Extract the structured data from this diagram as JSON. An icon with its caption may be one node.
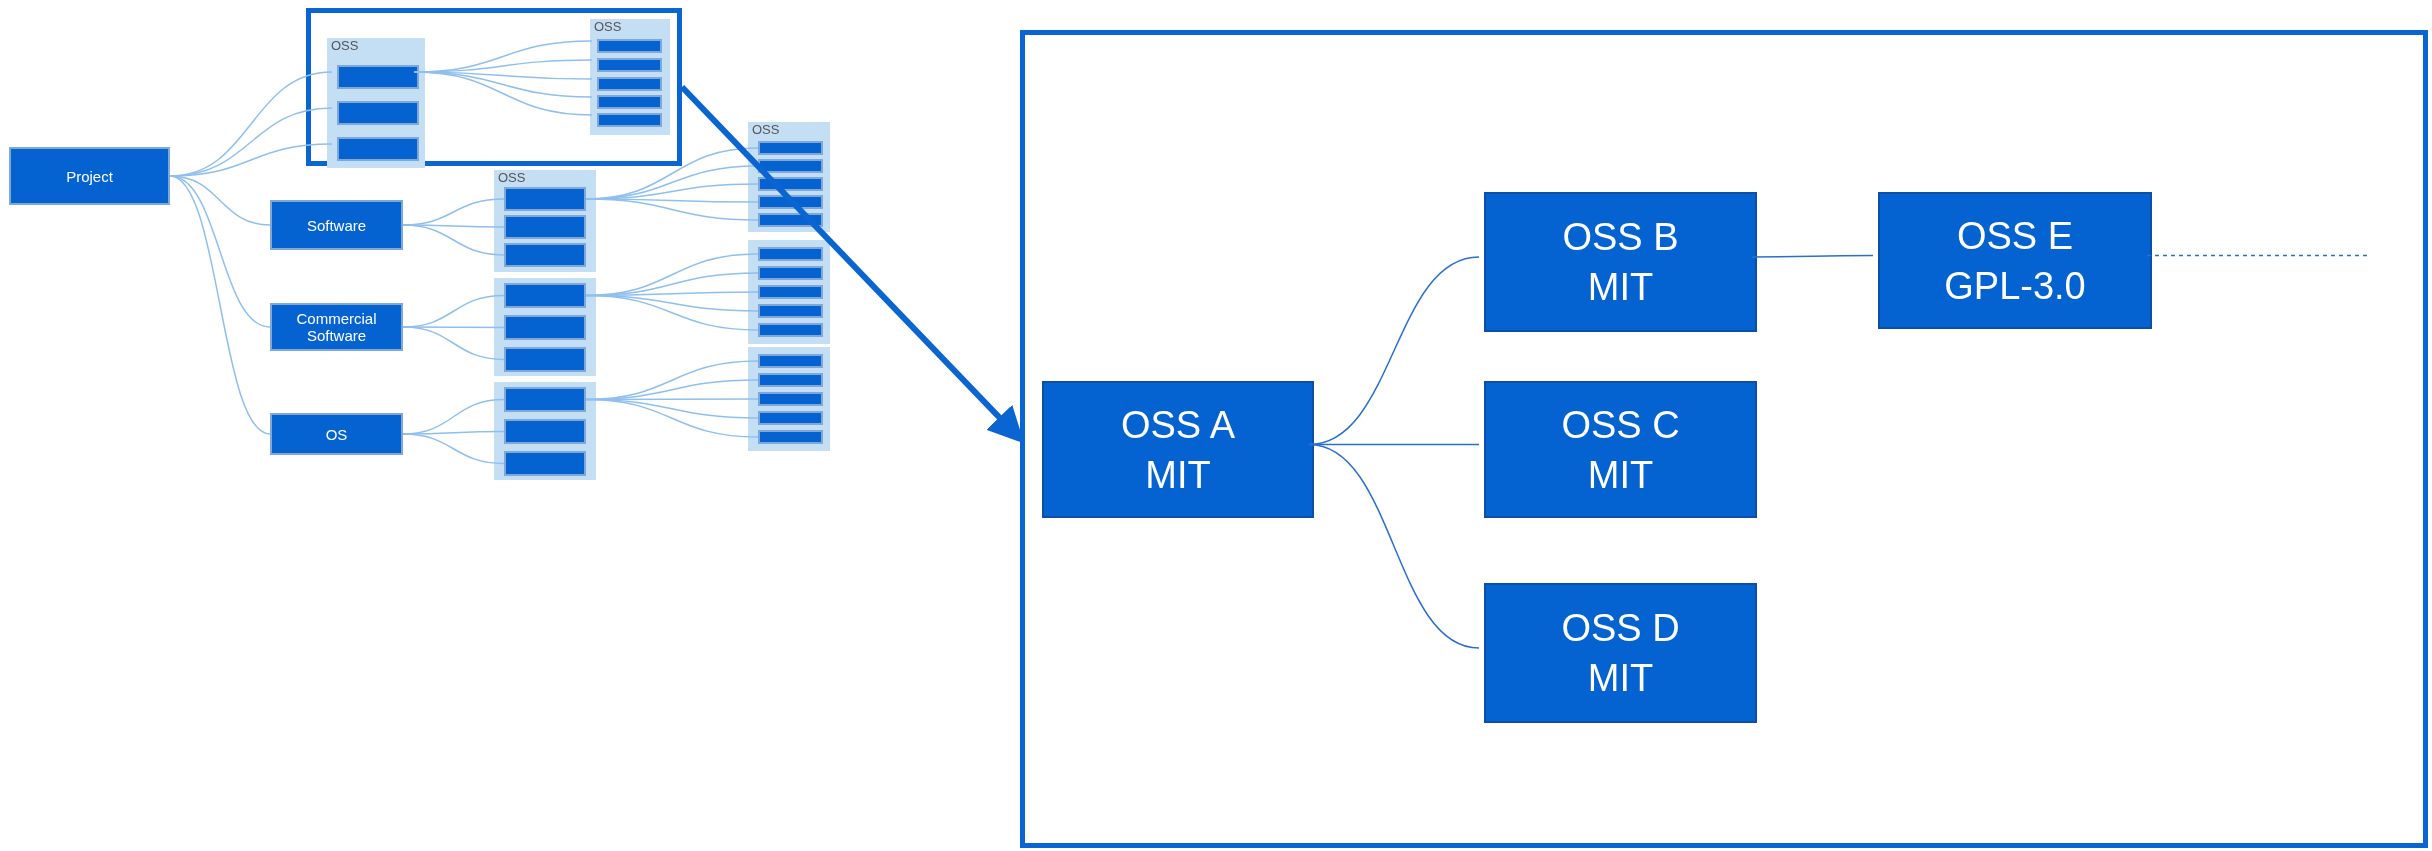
{
  "diagram": {
    "nodes": [
      {
        "text": [
          "Project"
        ]
      },
      {
        "text": [],
        "shape": "box"
      },
      {
        "text": [
          "OSS"
        ],
        "in": 1
      },
      {
        "text": [],
        "shape": "box",
        "in": 2
      },
      {
        "text": [],
        "shape": "box",
        "in": 2
      },
      {
        "text": [],
        "shape": "box",
        "in": 2
      },
      {
        "text": [
          "OSS"
        ],
        "in": 1
      },
      {
        "text": [],
        "shape": "box",
        "in": 6
      },
      {
        "text": [],
        "shape": "box",
        "in": 6
      },
      {
        "text": [],
        "shape": "box",
        "in": 6
      },
      {
        "text": [],
        "shape": "box",
        "in": 6
      },
      {
        "text": [],
        "shape": "box",
        "in": 6
      },
      {
        "text": [
          "Software"
        ]
      },
      {
        "text": [
          "OSS"
        ]
      },
      {
        "text": [],
        "shape": "box",
        "in": 13
      },
      {
        "text": [],
        "shape": "box",
        "in": 13
      },
      {
        "text": [],
        "shape": "box",
        "in": 13
      },
      {
        "text": [
          "Commercial Software"
        ]
      },
      {
        "text": [],
        "shape": "box"
      },
      {
        "text": [],
        "shape": "box",
        "in": 18
      },
      {
        "text": [],
        "shape": "box",
        "in": 18
      },
      {
        "text": [],
        "shape": "box",
        "in": 18
      },
      {
        "text": [
          "OS"
        ]
      },
      {
        "text": [],
        "shape": "box"
      },
      {
        "text": [],
        "shape": "box",
        "in": 23
      },
      {
        "text": [],
        "shape": "box",
        "in": 23
      },
      {
        "text": [],
        "shape": "box",
        "in": 23
      },
      {
        "text": [
          "OSS"
        ]
      },
      {
        "text": [],
        "shape": "box",
        "in": 27
      },
      {
        "text": [],
        "shape": "box",
        "in": 27
      },
      {
        "text": [],
        "shape": "box",
        "in": 27
      },
      {
        "text": [],
        "shape": "box",
        "in": 27
      },
      {
        "text": [],
        "shape": "box",
        "in": 27
      },
      {
        "text": [],
        "shape": "box"
      },
      {
        "text": [],
        "shape": "box",
        "in": 33
      },
      {
        "text": [],
        "shape": "box",
        "in": 33
      },
      {
        "text": [],
        "shape": "box",
        "in": 33
      },
      {
        "text": [],
        "shape": "box",
        "in": 33
      },
      {
        "text": [],
        "shape": "box",
        "in": 33
      },
      {
        "text": [],
        "shape": "box"
      },
      {
        "text": [],
        "shape": "box",
        "in": 39
      },
      {
        "text": [],
        "shape": "box",
        "in": 39
      },
      {
        "text": [],
        "shape": "box",
        "in": 39
      },
      {
        "text": [],
        "shape": "box",
        "in": 39
      },
      {
        "text": [],
        "shape": "box",
        "in": 39
      },
      {
        "text": [],
        "shape": "box"
      },
      {
        "text": [
          "OSS A",
          "MIT"
        ],
        "in": 45
      },
      {
        "text": [
          "OSS B",
          "MIT"
        ],
        "in": 45
      },
      {
        "text": [
          "OSS C",
          "MIT"
        ],
        "in": 45
      },
      {
        "text": [
          "OSS D",
          "MIT"
        ],
        "in": 45
      },
      {
        "text": [
          "OSS E",
          "GPL-3.0"
        ],
        "in": 45
      }
    ],
    "edges": [
      {
        "from": 0,
        "to": 3,
        "arrow": "none"
      },
      {
        "from": 0,
        "to": 4,
        "arrow": "none"
      },
      {
        "from": 0,
        "to": 5,
        "arrow": "none"
      },
      {
        "from": 0,
        "to": 12,
        "arrow": "none"
      },
      {
        "from": 0,
        "to": 17,
        "arrow": "none"
      },
      {
        "from": 0,
        "to": 22,
        "arrow": "none"
      },
      {
        "from": 3,
        "to": 7,
        "arrow": "none"
      },
      {
        "from": 3,
        "to": 8,
        "arrow": "none"
      },
      {
        "from": 3,
        "to": 9,
        "arrow": "none"
      },
      {
        "from": 3,
        "to": 10,
        "arrow": "none"
      },
      {
        "from": 3,
        "to": 11,
        "arrow": "none"
      },
      {
        "from": 12,
        "to": 14,
        "arrow": "none"
      },
      {
        "from": 12,
        "to": 15,
        "arrow": "none"
      },
      {
        "from": 12,
        "to": 16,
        "arrow": "none"
      },
      {
        "from": 14,
        "to": 28,
        "arrow": "none"
      },
      {
        "from": 14,
        "to": 29,
        "arrow": "none"
      },
      {
        "from": 14,
        "to": 30,
        "arrow": "none"
      },
      {
        "from": 14,
        "to": 31,
        "arrow": "none"
      },
      {
        "from": 14,
        "to": 32,
        "arrow": "none"
      },
      {
        "from": 17,
        "to": 19,
        "arrow": "none"
      },
      {
        "from": 17,
        "to": 20,
        "arrow": "none"
      },
      {
        "from": 17,
        "to": 21,
        "arrow": "none"
      },
      {
        "from": 19,
        "to": 34,
        "arrow": "none"
      },
      {
        "from": 19,
        "to": 35,
        "arrow": "none"
      },
      {
        "from": 19,
        "to": 36,
        "arrow": "none"
      },
      {
        "from": 19,
        "to": 37,
        "arrow": "none"
      },
      {
        "from": 19,
        "to": 38,
        "arrow": "none"
      },
      {
        "from": 22,
        "to": 24,
        "arrow": "none"
      },
      {
        "from": 22,
        "to": 25,
        "arrow": "none"
      },
      {
        "from": 22,
        "to": 26,
        "arrow": "none"
      },
      {
        "from": 24,
        "to": 40,
        "arrow": "none"
      },
      {
        "from": 24,
        "to": 41,
        "arrow": "none"
      },
      {
        "from": 24,
        "to": 42,
        "arrow": "none"
      },
      {
        "from": 24,
        "to": 43,
        "arrow": "none"
      },
      {
        "from": 24,
        "to": 44,
        "arrow": "none"
      },
      {
        "from": 1,
        "to": 45,
        "arrow": "to",
        "style": "thick",
        "color": "#0a64d2"
      },
      {
        "from": 46,
        "to": 47,
        "arrow": "none",
        "color": "#2a6fcf"
      },
      {
        "from": 46,
        "to": 48,
        "arrow": "none",
        "color": "#2a6fcf"
      },
      {
        "from": 46,
        "to": 49,
        "arrow": "none",
        "color": "#2a6fcf"
      },
      {
        "from": 47,
        "to": 50,
        "arrow": "none",
        "color": "#2a6fcf"
      },
      {
        "from": 50,
        "to": null,
        "arrow": "none",
        "style": "dashed",
        "color": "#2a6fcf"
      }
    ]
  }
}
